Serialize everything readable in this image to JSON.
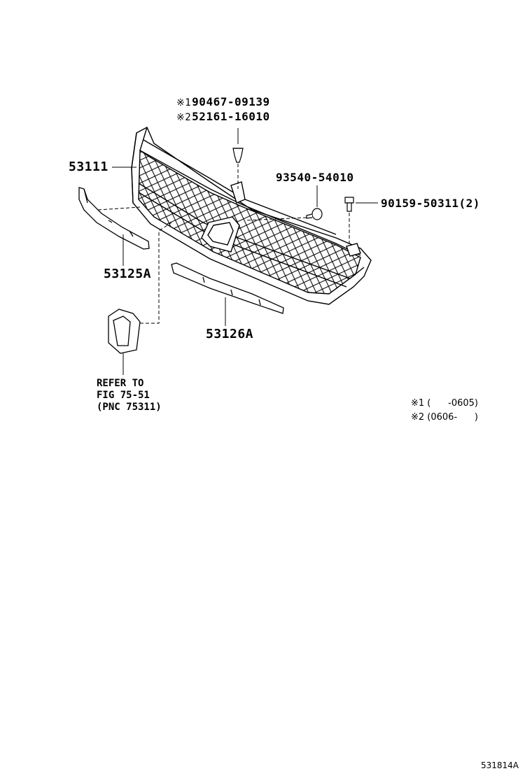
{
  "callouts": {
    "p90467": {
      "mark": "※1",
      "number": "90467-09139"
    },
    "p52161": {
      "mark": "※2",
      "number": "52161-16010"
    },
    "p53111": "53111",
    "p93540": "93540-54010",
    "p90159": "90159-50311(2)",
    "p53125A": "53125A",
    "p53126A": "53126A"
  },
  "refer": {
    "line1": "REFER TO",
    "line2": "FIG 75-51",
    "line3": "(PNC 75311)"
  },
  "notes": {
    "note1": "※1 (      -0605)",
    "note2": "※2 (0606-      )"
  },
  "illustration_code": "531814A"
}
